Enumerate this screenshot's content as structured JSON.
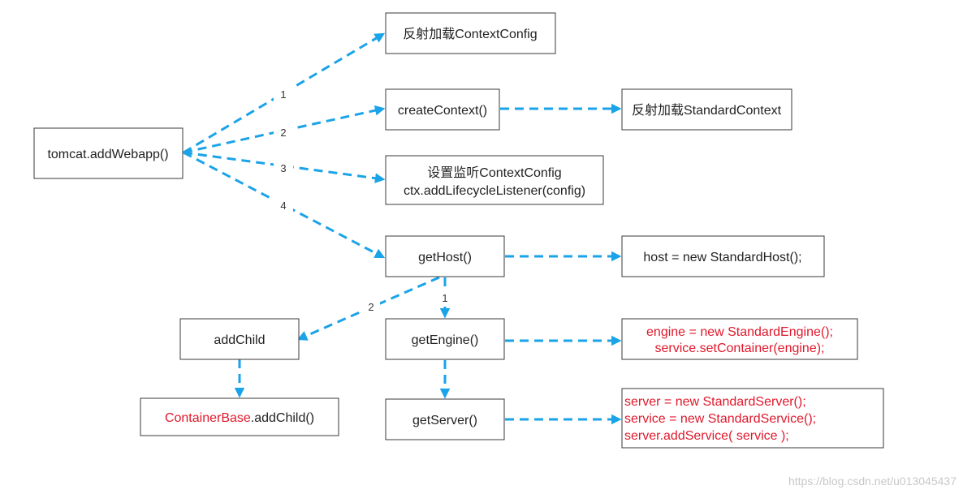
{
  "nodes": {
    "add_webapp": "tomcat.addWebapp()",
    "reflect_context_config": "反射加载ContextConfig",
    "create_context": "createContext()",
    "reflect_standard_context": "反射加载StandardContext",
    "set_listener_line1": "设置监听ContextConfig",
    "set_listener_line2": "ctx.addLifecycleListener(config)",
    "get_host": "getHost()",
    "host_new": "host = new StandardHost();",
    "add_child": "addChild",
    "container_base": "ContainerBase",
    "add_child_method": ".addChild()",
    "get_engine": "getEngine()",
    "engine_line1": "engine = new StandardEngine();",
    "engine_line2": "service.setContainer(engine);",
    "get_server": "getServer()",
    "server_line1": "server = new StandardServer();",
    "server_line2": "service = new StandardService();",
    "server_line3": "server.addService( service );"
  },
  "edges": {
    "n1": "1",
    "n2": "2",
    "n3": "3",
    "n4": "4",
    "host_n1": "1",
    "host_n2": "2"
  },
  "colors": {
    "arrow": "#1aa3e8",
    "highlight_text": "#e0182b",
    "box_border": "#3a3a3a"
  },
  "watermark": "https://blog.csdn.net/u013045437"
}
